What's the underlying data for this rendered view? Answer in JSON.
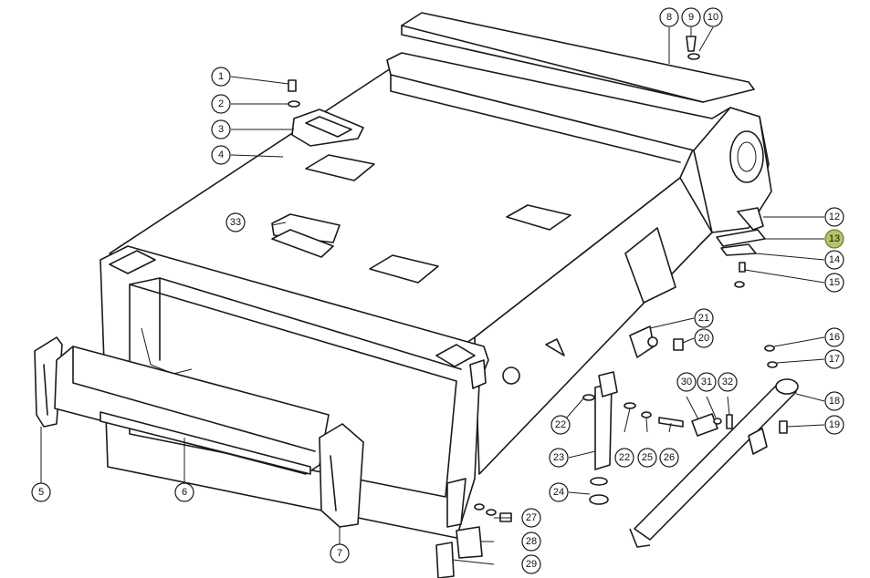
{
  "diagram": {
    "highlight_color": "#b5c46a",
    "highlighted_part": "13",
    "callouts": [
      {
        "id": "c1",
        "label": "1"
      },
      {
        "id": "c2",
        "label": "2"
      },
      {
        "id": "c3",
        "label": "3"
      },
      {
        "id": "c4",
        "label": "4"
      },
      {
        "id": "c5",
        "label": "5"
      },
      {
        "id": "c6",
        "label": "6"
      },
      {
        "id": "c7",
        "label": "7"
      },
      {
        "id": "c8",
        "label": "8"
      },
      {
        "id": "c9",
        "label": "9"
      },
      {
        "id": "c10",
        "label": "10"
      },
      {
        "id": "c12",
        "label": "12"
      },
      {
        "id": "c13",
        "label": "13"
      },
      {
        "id": "c14",
        "label": "14"
      },
      {
        "id": "c15",
        "label": "15"
      },
      {
        "id": "c16",
        "label": "16"
      },
      {
        "id": "c17",
        "label": "17"
      },
      {
        "id": "c18",
        "label": "18"
      },
      {
        "id": "c19",
        "label": "19"
      },
      {
        "id": "c20",
        "label": "20"
      },
      {
        "id": "c21",
        "label": "21"
      },
      {
        "id": "c22a",
        "label": "22"
      },
      {
        "id": "c22b",
        "label": "22"
      },
      {
        "id": "c23",
        "label": "23"
      },
      {
        "id": "c24",
        "label": "24"
      },
      {
        "id": "c25",
        "label": "25"
      },
      {
        "id": "c26",
        "label": "26"
      },
      {
        "id": "c27",
        "label": "27"
      },
      {
        "id": "c28",
        "label": "28"
      },
      {
        "id": "c29",
        "label": "29"
      },
      {
        "id": "c30",
        "label": "30"
      },
      {
        "id": "c31",
        "label": "31"
      },
      {
        "id": "c32",
        "label": "32"
      },
      {
        "id": "c33",
        "label": "33"
      }
    ]
  }
}
